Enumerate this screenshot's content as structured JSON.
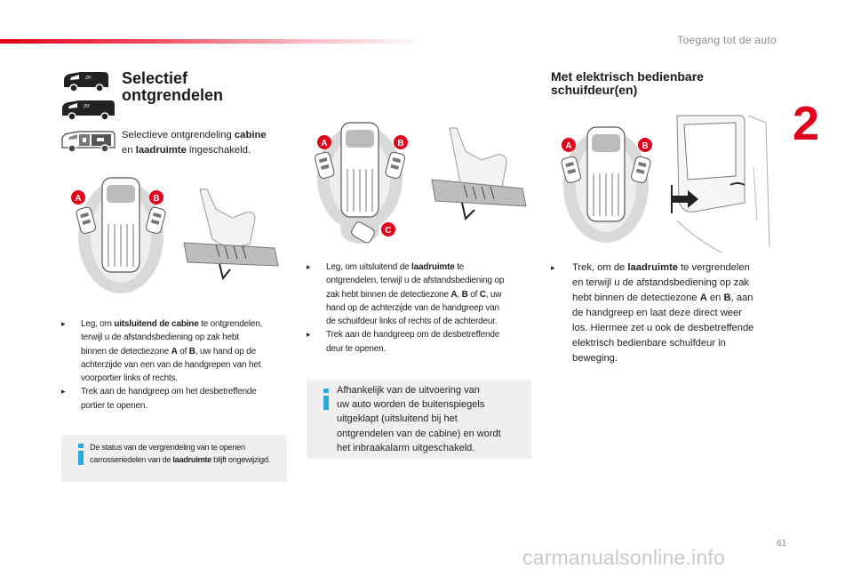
{
  "header": {
    "section_title": "Toegang tot de auto",
    "chapter_number": "2",
    "page_number": "61"
  },
  "left": {
    "title_line1": "Selectief",
    "title_line2": "ontgrendelen",
    "intro": {
      "t1": "Selectieve ontgrendeling ",
      "b1": "cabine",
      "t2": "en ",
      "b2": "laadruimte",
      "t3": " ingeschakeld."
    },
    "bullets": [
      {
        "mark": "",
        "line1_pre": "Leg, om ",
        "line1_bold": "uitsluitend de cabine",
        "line1_post": " te ontgrendelen,",
        "line2": "terwijl u de afstandsbediening op zak hebt",
        "line3_pre": "binnen de detectiezone ",
        "line3_a": "A",
        "line3_mid": " of ",
        "line3_b": "B",
        "line3_post": ", uw hand op de",
        "line4": "achterzijde van een van de handgrepen van het",
        "line5": "voorportier links of rechts."
      },
      {
        "mark": "",
        "line1": "Trek aan de handgreep om het desbetreffende",
        "line2": "portier te openen."
      }
    ],
    "info": {
      "line1": "De status van de vergrendeling van te openen",
      "line2_pre": "carrosseriedelen van de ",
      "line2_bold": "laadruimte",
      "line2_post": " blijft ongewijzigd."
    }
  },
  "middle": {
    "bullets": [
      {
        "line1_pre": "Leg, om uitsluitend de ",
        "line1_bold": "laadruimte",
        "line1_post": " te",
        "line2": "ontgrendelen, terwijl u de afstandsbediening op",
        "line3_pre": "zak hebt binnen de detectiezone ",
        "line3_a": "A",
        "line3_s1": ", ",
        "line3_b": "B",
        "line3_s2": " of ",
        "line3_c": "C",
        "line3_post": ", uw",
        "line4": "hand op de achterzijde van de handgreep van",
        "line5": "de schuifdeur links of rechts of de achterdeur."
      },
      {
        "line1": "Trek aan de handgreep om de desbetreffende",
        "line2": "deur te openen."
      }
    ],
    "info": {
      "lines": [
        "Afhankelijk van de uitvoering van",
        "uw auto worden de buitenspiegels",
        "uitgeklapt (uitsluitend bij het",
        "ontgrendelen van de cabine) en wordt",
        "het inbraakalarm uitgeschakeld."
      ]
    }
  },
  "right": {
    "title_line1": "Met elektrisch bedienbare",
    "title_line2": "schuifdeur(en)",
    "bullet": {
      "line1_pre": "Trek, om de ",
      "line1_bold": "laadruimte",
      "line1_post": " te vergrendelen",
      "line2": "en terwijl u de afstandsbediening op zak",
      "line3_pre": "hebt binnen de detectiezone ",
      "line3_a": "A",
      "line3_mid": " en ",
      "line3_b": "B",
      "line3_post": ", aan",
      "line4": "de handgreep en laat deze direct weer",
      "line5": "los. Hiermee zet u ook de desbetreffende",
      "line6": "elektrisch bedienbare schuifdeur in",
      "line7": "beweging."
    }
  },
  "zone_labels": {
    "a": "A",
    "b": "B",
    "c": "C"
  },
  "watermark": "carmanualsonline.info",
  "colors": {
    "brand_red": "#e2001a",
    "info_bg": "#efefef",
    "info_icon": "#2aa8df"
  }
}
